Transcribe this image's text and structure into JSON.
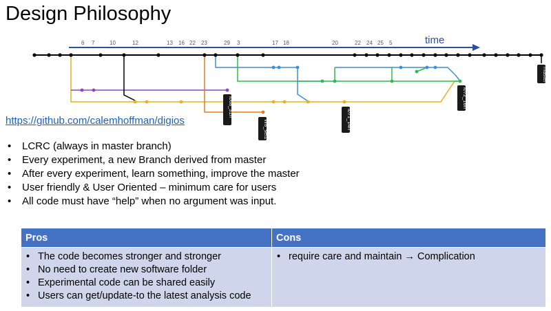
{
  "title": "Design Philosophy",
  "diagram": {
    "time_label": "time",
    "tick_labels": [
      "6",
      "7",
      "10",
      "12",
      "13",
      "16",
      "22",
      "23",
      "29",
      "3",
      "17",
      "18",
      "20",
      "22",
      "24",
      "25",
      "5"
    ],
    "branch_tags": [
      "master",
      "l072_16h",
      "l071_14h",
      "l068_31h",
      "W8_set1"
    ],
    "colors": {
      "timeline": "#000000",
      "time_arrow": "#2f4f9e",
      "yellow": "#e8b21a",
      "purple": "#8e44c4",
      "orange": "#e07b22",
      "blue": "#3b8fd4",
      "green": "#2fba4e",
      "tag": "#1a1a1a"
    }
  },
  "repo_link": "https://github.com/calemhoffman/digios",
  "bullets": [
    "LCRC (always in master branch)",
    "Every experiment, a new Branch derived from master",
    "After every experiment, learn something, improve the master",
    "User friendly & User Oriented – minimum care for users",
    "All code must have “help” when no argument was input."
  ],
  "table": {
    "pros_header": "Pros",
    "cons_header": "Cons",
    "pros": [
      "The code becomes stronger and stronger",
      "No need to create new software folder",
      "Experimental code can be shared easily",
      "Users can get/update-to the latest analysis code"
    ],
    "cons": [
      "require care and maintain → Complication"
    ]
  }
}
